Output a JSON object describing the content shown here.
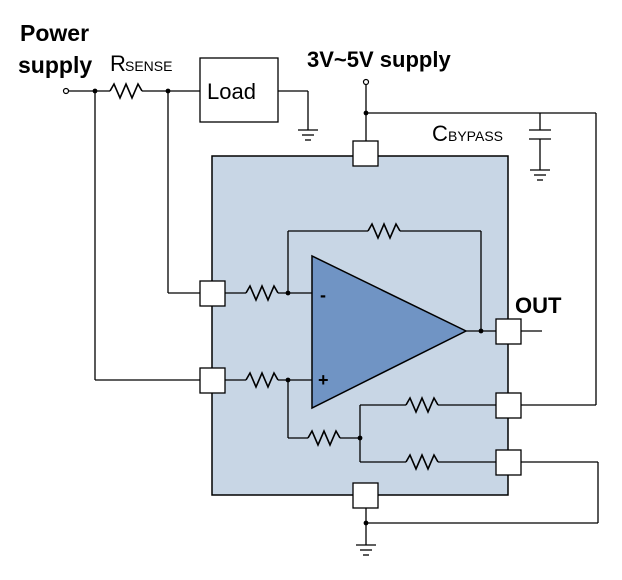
{
  "labels": {
    "power_supply_line1": "Power",
    "power_supply_line2": "supply",
    "rsense_main": "R",
    "rsense_sub": "SENSE",
    "load": "Load",
    "supply_voltage": "3V~5V supply",
    "cbypass_main": "C",
    "cbypass_sub": "BYPASS",
    "out": "OUT",
    "opamp_minus": "-",
    "opamp_plus": "+"
  },
  "colors": {
    "ic_body": "#c8d6e5",
    "opamp_fill": "#7094c4",
    "wire": "#000000"
  }
}
